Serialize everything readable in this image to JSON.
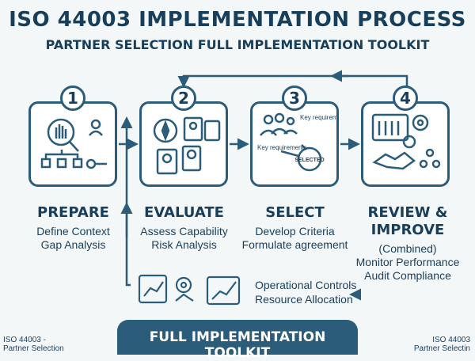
{
  "header": {
    "title": "ISO 44003 IMPLEMENTATION PROCESS",
    "subtitle": "PARTNER SELECTION FULL IMPLEMENTATION TOOLKIT"
  },
  "steps": [
    {
      "number": "1",
      "name": "PREPARE",
      "lines": [
        "Define Context",
        "Gap Analysis"
      ]
    },
    {
      "number": "2",
      "name": "EVALUATE",
      "lines": [
        "Assess Capability",
        "Risk Analysis"
      ]
    },
    {
      "number": "3",
      "name": "SELECT",
      "lines": [
        "Develop Criteria",
        "Formulate agreement"
      ],
      "icon_labels": {
        "top": "Key requirement",
        "side": "Key requirements",
        "stamp": "SELECTED"
      }
    },
    {
      "number": "4",
      "name": "REVIEW & IMPROVE",
      "name_line1": "REVIEW &",
      "name_line2": "IMPROVE",
      "lines": [
        "(Combined)",
        "Monitor Performance",
        "Audit Compliance"
      ]
    }
  ],
  "operations": {
    "lines": [
      "Operational Controls",
      "Resource Allocation"
    ]
  },
  "banner": {
    "label": "FULL IMPLEMENTATION TOOLKIT"
  },
  "footer": {
    "left": [
      "ISO 44003 -",
      "Partner Selection"
    ],
    "right": [
      "ISO 44003",
      "Partner Selectin"
    ]
  },
  "colors": {
    "primary": "#2b5d7b",
    "background": "#f4f7f8",
    "text": "#173e5b"
  }
}
